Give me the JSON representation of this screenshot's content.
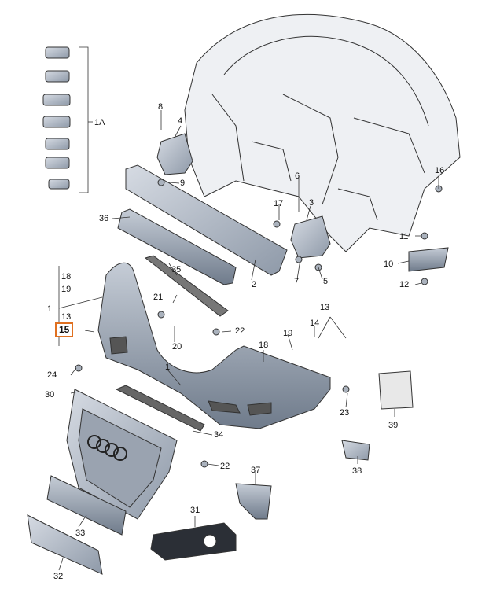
{
  "diagram": {
    "highlight_color": "#e07020",
    "highlighted_part": "15",
    "labels": {
      "p1": "1",
      "p1a": "1A",
      "p2": "2",
      "p3": "3",
      "p4": "4",
      "p5": "5",
      "p6": "6",
      "p7": "7",
      "p8": "8",
      "p9": "9",
      "p10": "10",
      "p11": "11",
      "p12": "12",
      "p13a": "13",
      "p13b": "13",
      "p14": "14",
      "p15": "15",
      "p16": "16",
      "p17": "17",
      "p18": "18",
      "p19a": "19",
      "p19b": "19",
      "p20": "20",
      "p21": "21",
      "p22a": "22",
      "p22b": "22",
      "p23": "23",
      "p24": "24",
      "p30": "30",
      "p31": "31",
      "p32": "32",
      "p33": "33",
      "p34": "34",
      "p35": "35",
      "p36": "36",
      "p37": "37",
      "p38": "38",
      "p39": "39"
    }
  }
}
